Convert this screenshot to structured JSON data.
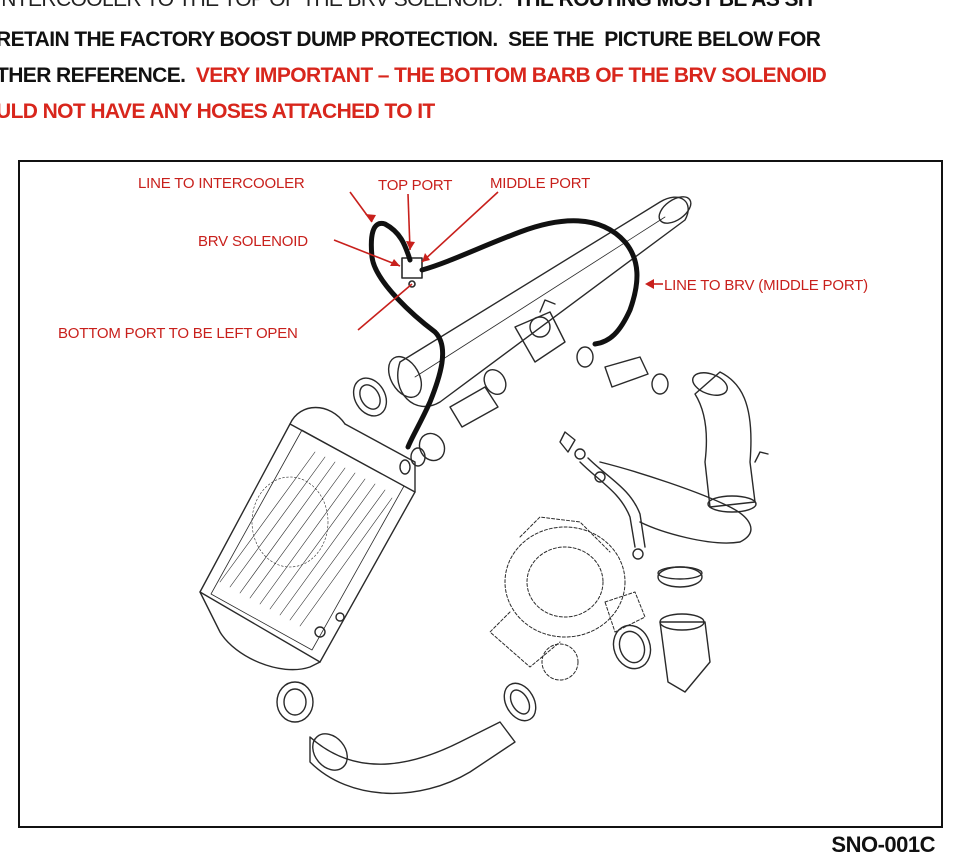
{
  "instructions": {
    "line1_plain": "INTERCOOLER TO THE TOP OF THE BRV SOLENOID.  ",
    "line1_bold": "THE ROUTING MUST BE AS SH",
    "line2": "RETAIN THE FACTORY BOOST DUMP PROTECTION.  SEE THE  PICTURE BELOW FOR",
    "line3_black": "THER REFERENCE.  ",
    "line3_red": "VERY IMPORTANT – THE BOTTOM BARB OF THE BRV SOLENOID",
    "line4_red": "ULD NOT HAVE ANY HOSES ATTACHED TO IT"
  },
  "figure": {
    "callouts": {
      "line_to_intercooler": "LINE TO INTERCOOLER",
      "top_port": "TOP PORT",
      "middle_port": "MIDDLE PORT",
      "brv_solenoid": "BRV SOLENOID",
      "line_to_brv": "LINE TO BRV (MIDDLE PORT)",
      "bottom_port": "BOTTOM PORT TO BE LEFT OPEN"
    },
    "callout_color": "#c8201c"
  },
  "doc_number": "SNO-001C"
}
